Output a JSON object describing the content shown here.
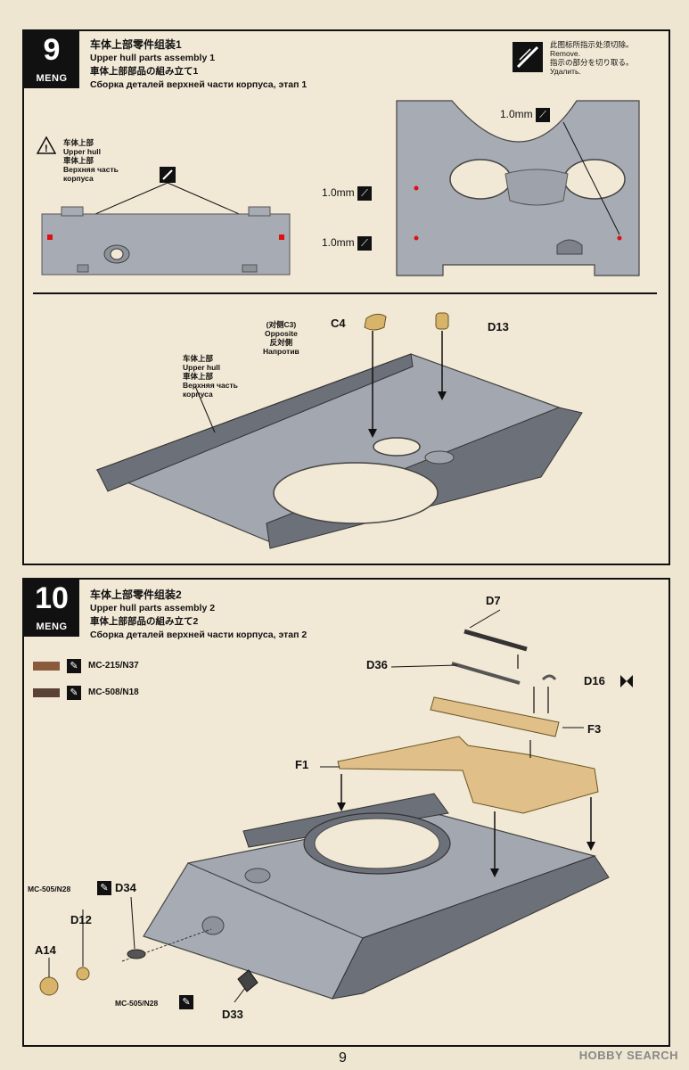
{
  "step9": {
    "number": "9",
    "brand": "MENG",
    "title_zh": "车体上部零件组装1",
    "title_en": "Upper hull parts assembly 1",
    "title_ja": "車体上部部品の組み立て1",
    "title_ru": "Сборка деталей верхней части корпуса, этап 1",
    "remove_note_zh": "此图标所指示处须切除。",
    "remove_note_en": "Remove.",
    "remove_note_ja": "指示の部分を切り取る。",
    "remove_note_ru": "Удалить.",
    "warning_zh": "车体上部",
    "warning_en": "Upper hull",
    "warning_ja": "車体上部",
    "warning_ru1": "Верхняя часть",
    "warning_ru2": "корпуса",
    "drill_1": "1.0mm",
    "drill_2": "1.0mm",
    "drill_3": "1.0mm",
    "hull_zh": "车体上部",
    "hull_en": "Upper hull",
    "hull_ja": "車体上部",
    "hull_ru1": "Верхняя часть",
    "hull_ru2": "корпуса",
    "part_c4": "C4",
    "c4_note_zh": "(对侧C3)",
    "c4_note_en": "Opposite",
    "c4_note_ja": "反対側",
    "c4_note_ru": "Напротив",
    "part_d13": "D13"
  },
  "step10": {
    "number": "10",
    "brand": "MENG",
    "title_zh": "车体上部零件组装2",
    "title_en": "Upper hull parts assembly 2",
    "title_ja": "車体上部部品の組み立て2",
    "title_ru": "Сборка деталей верхней части корпуса, этап 2",
    "paint_1": "MC-215/N37",
    "paint_2": "MC-508/N18",
    "paint_1_color": "#8a5a3c",
    "paint_2_color": "#5a4236",
    "part_d7": "D7",
    "part_d36": "D36",
    "part_d16": "D16",
    "part_f3": "F3",
    "part_f1": "F1",
    "paint_d34": "MC-505/N28",
    "part_d34": "D34",
    "part_d12": "D12",
    "part_a14": "A14",
    "paint_d33": "MC-505/N28",
    "part_d33": "D33"
  },
  "page_number": "9",
  "watermark": "HOBBY SEARCH"
}
